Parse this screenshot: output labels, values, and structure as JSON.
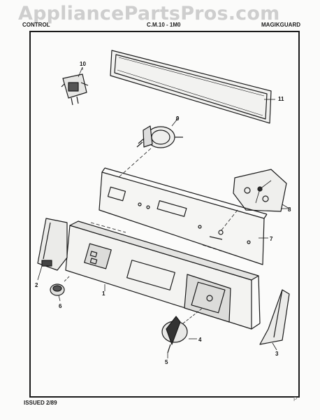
{
  "watermark": "AppliancePartsPros.com",
  "header": {
    "left": "CONTROL",
    "middle": "C.M.10 - 1M0",
    "right": "MAGIKGUARD"
  },
  "footer": {
    "issued": "ISSUED 2/89",
    "page_marker": "P"
  },
  "callouts": {
    "c1": "1",
    "c2": "2",
    "c3": "3",
    "c4": "4",
    "c5": "5",
    "c6": "6",
    "c7": "7",
    "c8": "8",
    "c9": "9",
    "c10": "10",
    "c11": "11"
  },
  "colors": {
    "ink": "#1a1a1a",
    "paper": "#fbfbfa",
    "watermark": "#aaaaaa"
  }
}
